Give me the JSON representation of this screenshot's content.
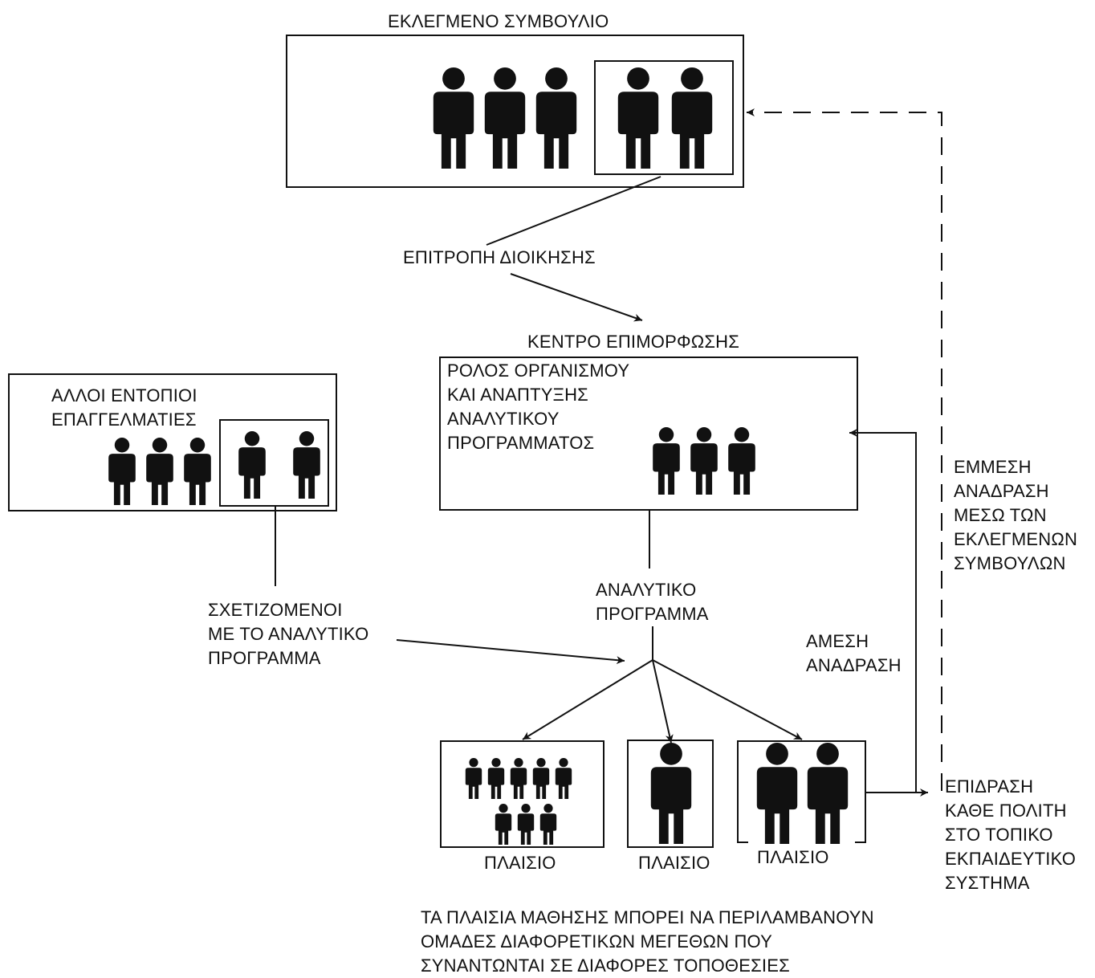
{
  "council": {
    "title": "ΕΚΛΕΓΜΕΝΟ ΣΥΜΒΟΥΛΙΟ"
  },
  "committee": {
    "label": "ΕΠΙΤΡΟΠΗ ΔΙΟΙΚΗΣΗΣ"
  },
  "training_center": {
    "title": "ΚΕΝΤΡΟ ΕΠΙΜΟΡΦΩΣΗΣ",
    "role": "ΡΟΛΟΣ ΟΡΓΑΝΙΣΜΟΥ\nΚΑΙ ΑΝΑΠΤΥΞΗΣ\nΑΝΑΛΥΤΙΚΟΥ\nΠΡΟΓΡΑΜΜΑΤΟΣ"
  },
  "local_professionals": {
    "title": "ΑΛΛΟΙ ΕΝΤΟΠΙΟΙ\nΕΠΑΓΓΕΛΜΑΤΙΕΣ"
  },
  "curriculum_related": {
    "label": "ΣΧΕΤΙΖΟΜΕΝΟΙ\nΜΕ ΤΟ ΑΝΑΛΥΤΙΚΟ\nΠΡΟΓΡΑΜΜΑ"
  },
  "curriculum": {
    "label": "ΑΝΑΛΥΤΙΚΟ\nΠΡΟΓΡΑΜΜΑ"
  },
  "direct_feedback": {
    "label": "ΑΜΕΣΗ\nΑΝΑΔΡΑΣΗ"
  },
  "indirect_feedback": {
    "label": "ΕΜΜΕΣΗ\nΑΝΑΔΡΑΣΗ\nΜΕΣΩ ΤΩΝ\nΕΚΛΕΓΜΕΝΩΝ\nΣΥΜΒΟΥΛΩΝ"
  },
  "citizen_impact": {
    "label": "ΕΠΙΔΡΑΣΗ\nΚΑΘΕ ΠΟΛΙΤΗ\nΣΤΟ ΤΟΠΙΚΟ\nΕΚΠΑΙΔΕΥΤΙΚΟ\nΣΥΣΤΗΜΑ"
  },
  "frames": {
    "frame_1": "ΠΛΑΙΣΙΟ",
    "frame_2": "ΠΛΑΙΣΙΟ",
    "frame_3": "ΠΛΑΙΣΙΟ"
  },
  "note": "ΤΑ ΠΛΑΙΣΙΑ ΜΑΘΗΣΗΣ ΜΠΟΡΕΙ ΝΑ ΠΕΡΙΛΑΜΒΑΝΟΥΝ\nΟΜΑΔΕΣ ΔΙΑΦΟΡΕΤΙΚΩΝ ΜΕΓΕΘΩΝ ΠΟΥ\nΣΥΝΑΝΤΩΝΤΑΙ ΣΕ ΔΙΑΦΟΡΕΣ ΤΟΠΟΘΕΣΙΕΣ",
  "colors": {
    "ink": "#111111",
    "background": "#ffffff"
  },
  "icons": {
    "person": "person-icon"
  }
}
